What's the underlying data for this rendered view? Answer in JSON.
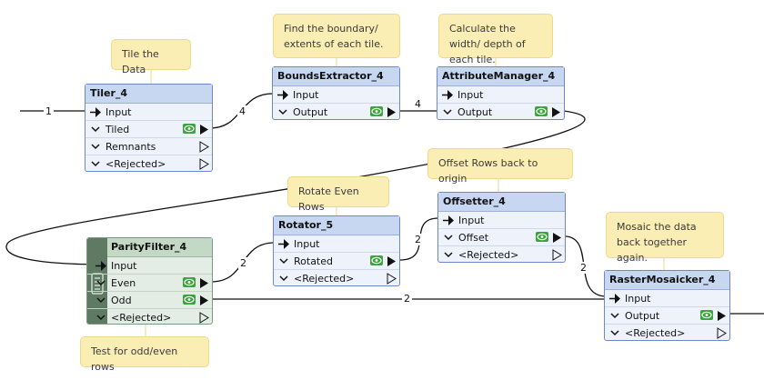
{
  "notes": {
    "tile": "Tile the Data",
    "bounds": "Find the boundary/ extents of each tile.",
    "calc": "Calculate the width/ depth of each tile.",
    "offset_rows": "Offset Rows back to origin",
    "rotate_even": "Rotate Even Rows",
    "mosaic": "Mosaic the data back together again.",
    "parity": "Test for odd/even rows"
  },
  "nodes": {
    "tiler": {
      "title": "Tiler_4",
      "ports": [
        "Input",
        "Tiled",
        "Remnants",
        "<Rejected>"
      ]
    },
    "bounds": {
      "title": "BoundsExtractor_4",
      "ports": [
        "Input",
        "Output"
      ]
    },
    "attr": {
      "title": "AttributeManager_4",
      "ports": [
        "Input",
        "Output"
      ]
    },
    "parity": {
      "title": "ParityFilter_4",
      "ports": [
        "Input",
        "Even",
        "Odd",
        "<Rejected>"
      ]
    },
    "rotator": {
      "title": "Rotator_5",
      "ports": [
        "Input",
        "Rotated",
        "<Rejected>"
      ]
    },
    "offsetter": {
      "title": "Offsetter_4",
      "ports": [
        "Input",
        "Offset",
        "<Rejected>"
      ]
    },
    "mosaicker": {
      "title": "RasterMosaicker_4",
      "ports": [
        "Input",
        "Output",
        "<Rejected>"
      ]
    }
  },
  "wire_counts": {
    "in_tiler": "1",
    "tiler_bounds": "4",
    "bounds_attr": "4",
    "parity_rotator": "2",
    "rotator_offsetter": "2",
    "offsetter_mosaic": "2",
    "odd_mosaic": "2"
  },
  "icons": {
    "feature_count_viewer": "eye-icon",
    "input_port": "input-arrow-icon",
    "expand": "chevron-down-icon",
    "output_port": "output-triangle-icon",
    "parity_strip": "parity-filter-icon"
  },
  "colors": {
    "node_header": "#c7d6f1",
    "node_body": "#eef3fb",
    "node_border": "#6f86c7",
    "annotation": "#fbeeb4",
    "inspector_green": "#3aa43c",
    "parity_strip": "#5e7a63"
  }
}
